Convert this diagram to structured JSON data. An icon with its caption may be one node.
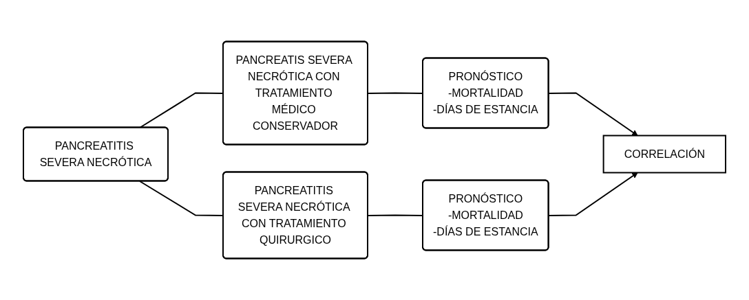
{
  "diagram": {
    "nodes": [
      {
        "text": [
          "PANCREATITIS SEVERA NECRÓTICA"
        ]
      },
      {
        "text": [
          "PANCREATIS SEVERA NECRÓTICA CON TRATAMIENTO MÉDICO CONSERVADOR"
        ]
      },
      {
        "text": [
          "PANCREATITIS SEVERA NECRÓTICA CON TRATAMIENTO QUIRURGICO"
        ]
      },
      {
        "text": [
          "PRONÓSTICO",
          "-MORTALIDAD",
          "-DÍAS DE ESTANCIA"
        ]
      },
      {
        "text": [
          "CORRELACIÓN"
        ]
      },
      {
        "text": [
          "PRONÓSTICO",
          "-MORTALIDAD",
          "-DÍAS DE ESTANCIA"
        ]
      }
    ],
    "edges": [
      {
        "from": 0,
        "to": 1,
        "arrow": "none"
      },
      {
        "from": 0,
        "to": 2,
        "arrow": "none"
      },
      {
        "from": 1,
        "to": 3,
        "arrow": "none"
      },
      {
        "from": 2,
        "to": 5,
        "arrow": "none"
      },
      {
        "from": 3,
        "to": 4,
        "arrow": "to"
      },
      {
        "from": 5,
        "to": 4,
        "arrow": "to"
      }
    ]
  }
}
